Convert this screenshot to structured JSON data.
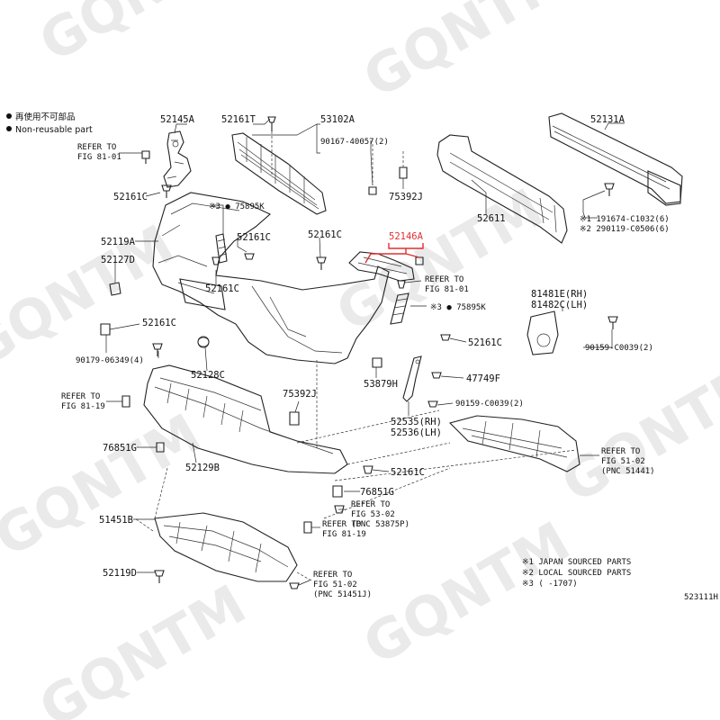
{
  "watermark": "GQNTM",
  "legend": {
    "line1": "再使用不可部品",
    "line2": "Non-reusable part"
  },
  "highlighted_part": "52146A",
  "labels": {
    "p52145A": "52145A",
    "p52161T": "52161T",
    "p53102A": "53102A",
    "p52131A": "52131A",
    "p90167": "90167-40057(2)",
    "refer1_a": "REFER TO",
    "refer1_b": "FIG 81-01",
    "p52161C_1": "52161C",
    "p75392J_1": "75392J",
    "p52611": "52611",
    "p191674": "※1 191674-C1032(6)",
    "p290119": "※2 290119-C0506(6)",
    "p75895K_1": "※3 ● 75895K",
    "p52119A": "52119A",
    "p52161C_2": "52161C",
    "p52161C_3": "52161C",
    "p52127D": "52127D",
    "refer2_a": "REFER TO",
    "refer2_b": "FIG 81-01",
    "p52161C_4": "52161C",
    "p81481E": "81481E(RH)",
    "p81482C": "81482C(LH)",
    "p75895K_2": "※3 ● 75895K",
    "p52161C_5": "52161C",
    "p90159_1": "90159-C0039(2)",
    "p90179": "90179-06349(4)",
    "p52128C": "52128C",
    "p53879H": "53879H",
    "p47749F": "47749F",
    "refer3_a": "REFER TO",
    "refer3_b": "FIG 81-19",
    "p75392J_2": "75392J",
    "p90159_2": "90159-C0039(2)",
    "p52535": "52535(RH)",
    "p52536": "52536(LH)",
    "p76851G_1": "76851G",
    "p52129B": "52129B",
    "p52161C_6": "52161C",
    "refer4_a": "REFER TO",
    "refer4_b": "FIG 51-02",
    "refer4_c": "(PNC 51441)",
    "p76851G_2": "76851G",
    "refer5_a": "REFER TO",
    "refer5_b": "FIG 53-02",
    "refer5_c": "(PNC 53875P)",
    "p51451B": "51451B",
    "refer6_a": "REFER TO",
    "refer6_b": "FIG 81-19",
    "p52119D": "52119D",
    "refer7_a": "REFER TO",
    "refer7_b": "FIG 51-02",
    "refer7_c": "(PNC 51451J)",
    "note1": "※1 JAPAN SOURCED PARTS",
    "note2": "※2 LOCAL SOURCED PARTS",
    "note3": "※3 (      -1707)",
    "figure_code": "523111H"
  }
}
